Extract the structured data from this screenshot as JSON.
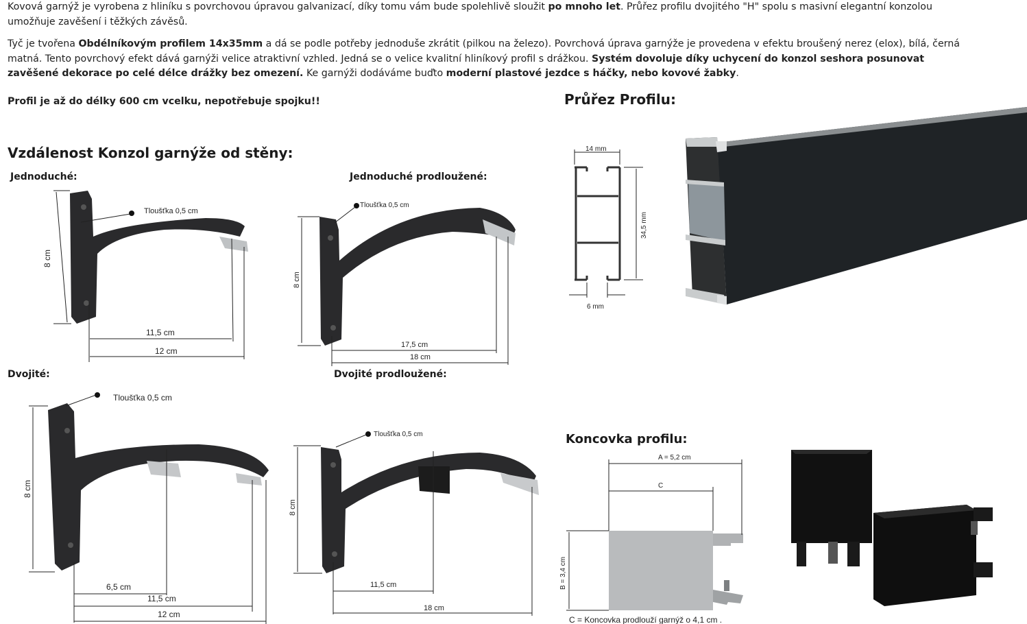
{
  "intro": {
    "p1": {
      "a": "Kovová garnýž je vyrobena z hliníku s povrchovou úpravou galvanizací, díky tomu vám bude spolehlivě sloužit ",
      "b": "po mnoho let",
      "c": ". Průřez profilu dvojitého \"H\" spolu s masivní elegantní konzolou umožňuje zavěšení i těžkých závěsů."
    },
    "p2": {
      "a": " Tyč je tvořena ",
      "b": "Obdélníkovým profilem 14x35mm",
      "c": " a dá se podle potřeby jednoduše zkrátit (pilkou na železo). Povrchová úprava garnýže je provedena v efektu broušený nerez (elox), bílá, černá matná. Tento povrchový efekt dává garnýži velice atraktivní vzhled. Jedná se o velice kvalitní hliníkový profil s drážkou. ",
      "d": "Systém dovoluje díky uchycení do konzol seshora posunovat zavěšené dekorace po celé délce drážky bez omezení.",
      "e": " Ke garnýži dodáváme buďto ",
      "f": "moderní plastové jezdce s háčky, nebo kovové žabky",
      "g": "."
    },
    "p3": "Profil je až do délky 600 cm vcelku, nepotřebuje spojku!!"
  },
  "headings": {
    "distance": "Vzdálenost Konzol garnýže od stěny:",
    "profile": "Průřez Profilu:",
    "endcap": "Koncovka profilu:"
  },
  "brackets": {
    "single": {
      "label": "Jednoduché:",
      "thickness": "Tloušťka 0,5 cm",
      "height": "8 cm",
      "inner": "11,5 cm",
      "outer": "12 cm"
    },
    "single_ext": {
      "label": "Jednoduché prodloužené:",
      "thickness": "Tloušťka 0,5 cm",
      "height": "8 cm",
      "inner": "17,5 cm",
      "outer": "18 cm"
    },
    "double": {
      "label": "Dvojité:",
      "thickness": "Tloušťka 0,5 cm",
      "height": "8 cm",
      "near": "6,5 cm",
      "inner": "11,5 cm",
      "outer": "12 cm"
    },
    "double_ext": {
      "label": "Dvojité prodloužené:",
      "thickness": "Tloušťka 0,5 cm",
      "height": "8 cm",
      "inner": "11,5 cm",
      "outer": "18 cm"
    }
  },
  "profile_dims": {
    "width": "14 mm",
    "height": "34,5 mm",
    "slot": "6 mm"
  },
  "endcap_dims": {
    "a": "A = 5,2 cm",
    "c": "C",
    "b": "B = 3,4 cm",
    "note": "C = Koncovka prodlouží garnýž o 4,1 cm ."
  },
  "colors": {
    "bracket": "#2a2a2c",
    "rail": "#1f2326",
    "cap_grey": "#b9bbbd",
    "cap_black": "#111111"
  }
}
